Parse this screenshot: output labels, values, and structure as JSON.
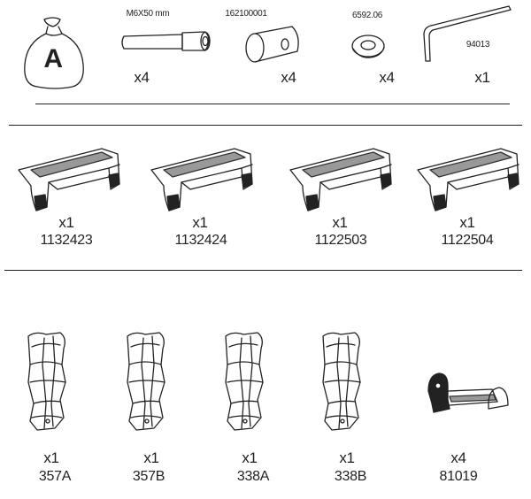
{
  "bag": {
    "label": "A"
  },
  "hardware": [
    {
      "code": "M6X50 mm",
      "qty": "x4",
      "icon": "bolt-icon"
    },
    {
      "code": "162100001",
      "qty": "x4",
      "icon": "barrel-nut-icon"
    },
    {
      "code": "6592.06",
      "qty": "x4",
      "icon": "washer-icon"
    },
    {
      "code": "94013",
      "qty": "x1",
      "icon": "hex-key-icon"
    }
  ],
  "brackets": [
    {
      "qty": "x1",
      "code": "1132423"
    },
    {
      "qty": "x1",
      "code": "1132424"
    },
    {
      "qty": "x1",
      "code": "1122503"
    },
    {
      "qty": "x1",
      "code": "1122504"
    }
  ],
  "feet": [
    {
      "qty": "x1",
      "code": "357A"
    },
    {
      "qty": "x1",
      "code": "357B"
    },
    {
      "qty": "x1",
      "code": "338A"
    },
    {
      "qty": "x1",
      "code": "338B"
    },
    {
      "qty": "x4",
      "code": "81019"
    }
  ]
}
